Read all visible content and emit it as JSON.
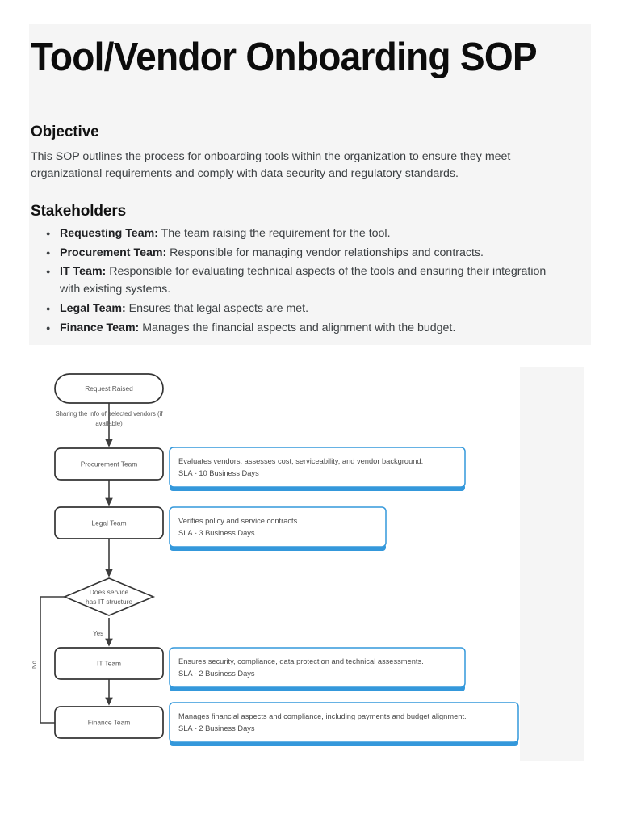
{
  "document": {
    "title": "Tool/Vendor Onboarding SOP",
    "sections": {
      "objective": {
        "heading": "Objective",
        "paragraph": "This SOP outlines the process for onboarding tools within the organization to ensure they meet organizational requirements and comply with data security and regulatory standards."
      },
      "stakeholders": {
        "heading": "Stakeholders",
        "items": [
          {
            "role": "Requesting Team:",
            "description": " The team raising the requirement for the tool."
          },
          {
            "role": "Procurement Team:",
            "description": " Responsible for managing vendor relationships and contracts."
          },
          {
            "role": "IT Team:",
            "description": " Responsible for evaluating technical aspects of the tools and ensuring their integration with existing systems."
          },
          {
            "role": "Legal Team:",
            "description": " Ensures that legal aspects are met."
          },
          {
            "role": "Finance Team:",
            "description": " Manages the financial aspects and alignment with the budget."
          }
        ]
      }
    }
  },
  "flowchart": {
    "nodes": {
      "request_raised": "Request Raised",
      "procurement_team": "Procurement Team",
      "legal_team": "Legal Team",
      "decision": {
        "line1": "Does service",
        "line2": "has IT structure"
      },
      "it_team": "IT Team",
      "finance_team": "Finance Team"
    },
    "edge_labels": {
      "request_to_procurement_line1": "Sharing the info of selected vendors (if",
      "request_to_procurement_line2": "available)",
      "decision_yes": "Yes",
      "decision_no": "No"
    },
    "callouts": {
      "procurement": {
        "line1": "Evaluates vendors, assesses cost, serviceability, and vendor background.",
        "line2": "SLA - 10 Business Days"
      },
      "legal": {
        "line1": "Verifies policy and service contracts.",
        "line2": "SLA - 3 Business Days"
      },
      "it": {
        "line1": "Ensures security, compliance, data protection and technical assessments.",
        "line2": "SLA  - 2 Business Days"
      },
      "finance": {
        "line1": "Manages financial aspects and compliance, including payments and budget alignment.",
        "line2": "SLA - 2 Business Days"
      }
    },
    "colors": {
      "callout_border": "#3498db",
      "node_stroke": "#333333",
      "node_fill": "#ffffff",
      "canvas_background": "#ffffff",
      "panel_background": "#f5f5f5"
    }
  }
}
